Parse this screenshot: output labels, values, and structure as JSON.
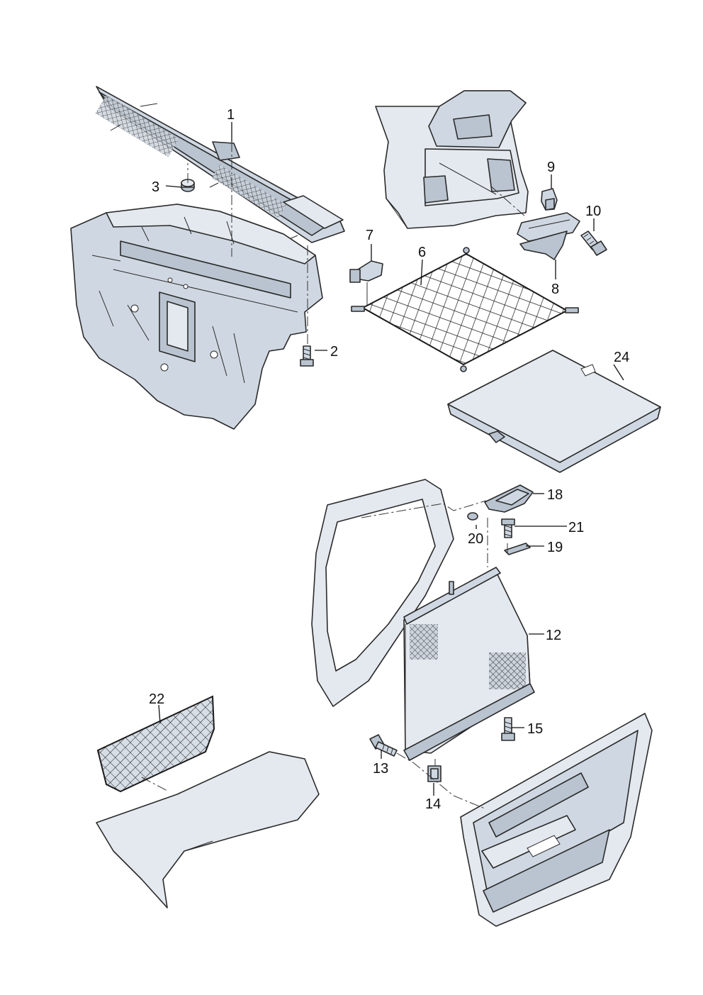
{
  "callouts": {
    "c1": "1",
    "c2": "2",
    "c3": "3",
    "c6": "6",
    "c7": "7",
    "c8": "8",
    "c9": "9",
    "c10": "10",
    "c12": "12",
    "c13": "13",
    "c14": "14",
    "c15": "15",
    "c18": "18",
    "c19": "19",
    "c20": "20",
    "c21": "21",
    "c22": "22",
    "c24": "24"
  },
  "colors": {
    "part_fill": "#cfd8e2",
    "part_shade": "#b9c4d0",
    "line": "#2a2a2a"
  }
}
